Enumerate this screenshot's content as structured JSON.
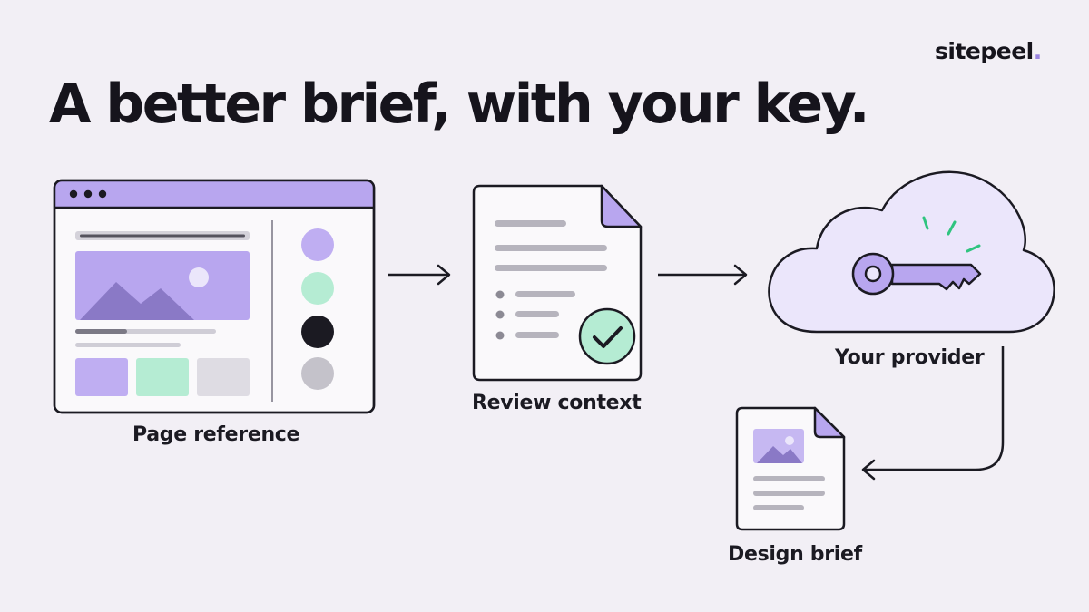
{
  "brand": {
    "name": "sitepeel",
    "dot": "."
  },
  "headline": "A better brief, with your key.",
  "steps": {
    "page_reference": "Page reference",
    "review_context": "Review context",
    "your_provider": "Your provider",
    "design_brief": "Design brief"
  },
  "colors": {
    "background": "#f2eff5",
    "accent_purple": "#b8a6ef",
    "accent_green": "#b5ecd3",
    "ink": "#16141c",
    "gray": "#dedce3"
  },
  "icons": [
    "browser-window-icon",
    "document-check-icon",
    "cloud-key-icon",
    "document-image-icon",
    "arrow-right-icon",
    "arrow-left-icon"
  ]
}
